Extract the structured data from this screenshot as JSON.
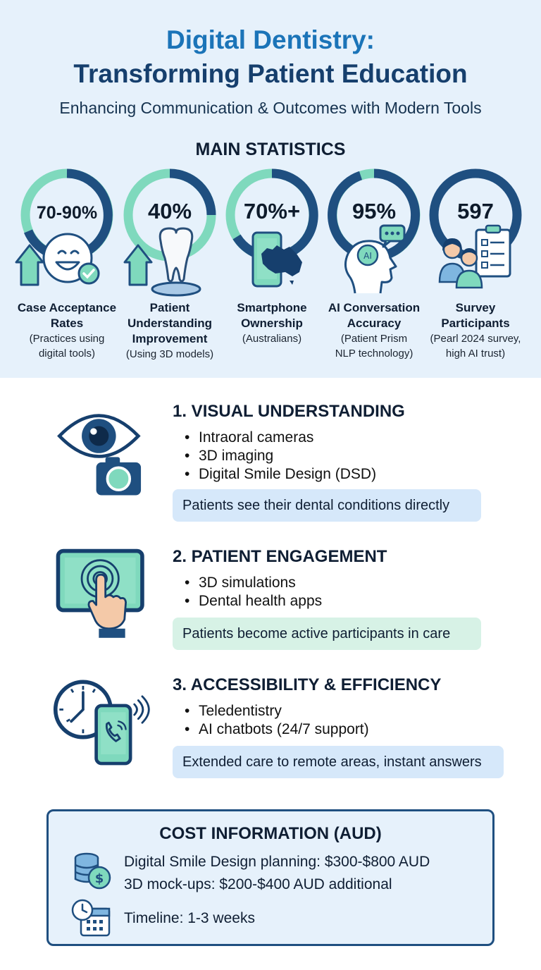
{
  "header": {
    "title_line1": "Digital Dentistry:",
    "title_line2": "Transforming Patient Education",
    "subtitle": "Enhancing Communication & Outcomes with Modern Tools"
  },
  "stats_heading": "MAIN STATISTICS",
  "stats": [
    {
      "value": "70-90%",
      "label_lines": [
        "Case Acceptance",
        "Rates"
      ],
      "note_lines": [
        "(Practices using",
        "digital tools)"
      ],
      "icon": "smiley-arrow-check-icon"
    },
    {
      "value": "40%",
      "label_lines": [
        "Patient",
        "Understanding",
        "Improvement"
      ],
      "note_lines": [
        "(Using 3D models)"
      ],
      "icon": "tooth-model-icon"
    },
    {
      "value": "70%+",
      "label_lines": [
        "Smartphone",
        "Ownership"
      ],
      "note_lines": [
        "(Australians)"
      ],
      "icon": "smartphone-australia-icon"
    },
    {
      "value": "95%",
      "label_lines": [
        "AI Conversation",
        "Accuracy"
      ],
      "note_lines": [
        "(Patient Prism",
        "NLP technology)"
      ],
      "icon": "ai-head-chat-icon"
    },
    {
      "value": "597",
      "label_lines": [
        "Survey",
        "Participants"
      ],
      "note_lines": [
        "(Pearl 2024 survey,",
        "high AI trust)"
      ],
      "icon": "people-clipboard-icon"
    }
  ],
  "features": [
    {
      "heading": "1. VISUAL UNDERSTANDING",
      "bullets": [
        "Intraoral cameras",
        "3D imaging",
        "Digital Smile Design (DSD)"
      ],
      "box": "Patients see their dental conditions directly",
      "icon": "eye-camera-icon"
    },
    {
      "heading": "2. PATIENT ENGAGEMENT",
      "bullets": [
        "3D simulations",
        "Dental health apps"
      ],
      "box": "Patients become active participants in care",
      "icon": "tablet-touch-icon"
    },
    {
      "heading": "3. ACCESSIBILITY & EFFICIENCY",
      "bullets": [
        "Teledentistry",
        "AI chatbots (24/7 support)"
      ],
      "box": "Extended care to remote areas, instant answers",
      "icon": "clock-phone-icon"
    }
  ],
  "cost": {
    "heading": "COST INFORMATION (AUD)",
    "dsd": "Digital Smile Design planning: $300-$800 AUD",
    "mockups": "3D mock-ups: $200-$400 AUD additional",
    "timeline": "Timeline: 1-3 weeks"
  },
  "colors": {
    "navy": "#1f4f80",
    "mint": "#7fd9bd",
    "title_blue": "#1b74b8",
    "title_navy": "#163f6d"
  }
}
